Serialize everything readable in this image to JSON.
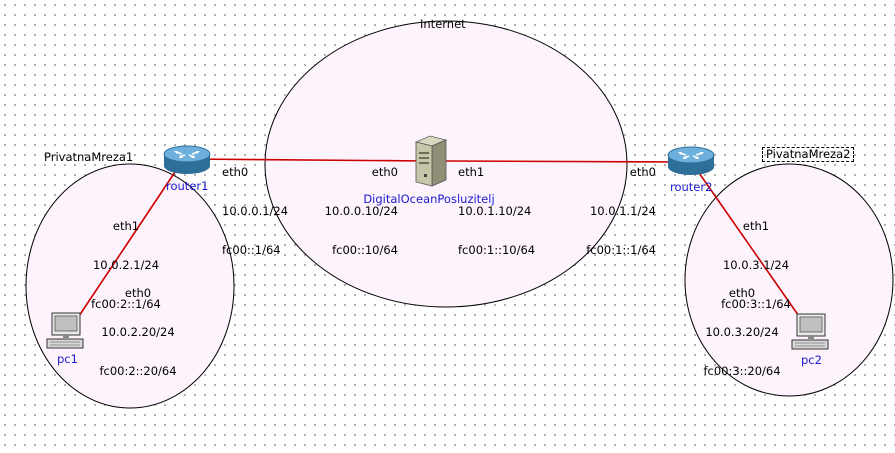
{
  "colors": {
    "link": "#cc0000",
    "zone_fill": "#fdf3fd",
    "name_text": "#1a1acc"
  },
  "zones": {
    "internet": {
      "label": "Internet"
    },
    "private1": {
      "label": "PrivatnaMreza1"
    },
    "private2": {
      "label": "PivatnaMreza2"
    }
  },
  "nodes": {
    "router1": {
      "label": "router1",
      "icon": "router-icon"
    },
    "router2": {
      "label": "router2",
      "icon": "router-icon"
    },
    "server": {
      "label": "DigitalOceanPosluzitelj",
      "icon": "server-icon"
    },
    "pc1": {
      "label": "pc1",
      "icon": "pc-icon"
    },
    "pc2": {
      "label": "pc2",
      "icon": "pc-icon"
    }
  },
  "interfaces": {
    "r1_eth0": {
      "name": "eth0",
      "ipv4": "10.0.0.1/24",
      "ipv6": "fc00::1/64"
    },
    "r1_eth1": {
      "name": "eth1",
      "ipv4": "10.0.2.1/24",
      "ipv6": "fc00:2::1/64"
    },
    "srv_eth0": {
      "name": "eth0",
      "ipv4": "10.0.0.10/24",
      "ipv6": "fc00::10/64"
    },
    "srv_eth1": {
      "name": "eth1",
      "ipv4": "10.0.1.10/24",
      "ipv6": "fc00:1::10/64"
    },
    "r2_eth0": {
      "name": "eth0",
      "ipv4": "10.0.1.1/24",
      "ipv6": "fc00:1::1/64"
    },
    "r2_eth1": {
      "name": "eth1",
      "ipv4": "10.0.3.1/24",
      "ipv6": "fc00:3::1/64"
    },
    "pc1_eth0": {
      "name": "eth0",
      "ipv4": "10.0.2.20/24",
      "ipv6": "fc00:2::20/64"
    },
    "pc2_eth0": {
      "name": "eth0",
      "ipv4": "10.0.3.20/24",
      "ipv6": "fc00:3::20/64"
    }
  }
}
